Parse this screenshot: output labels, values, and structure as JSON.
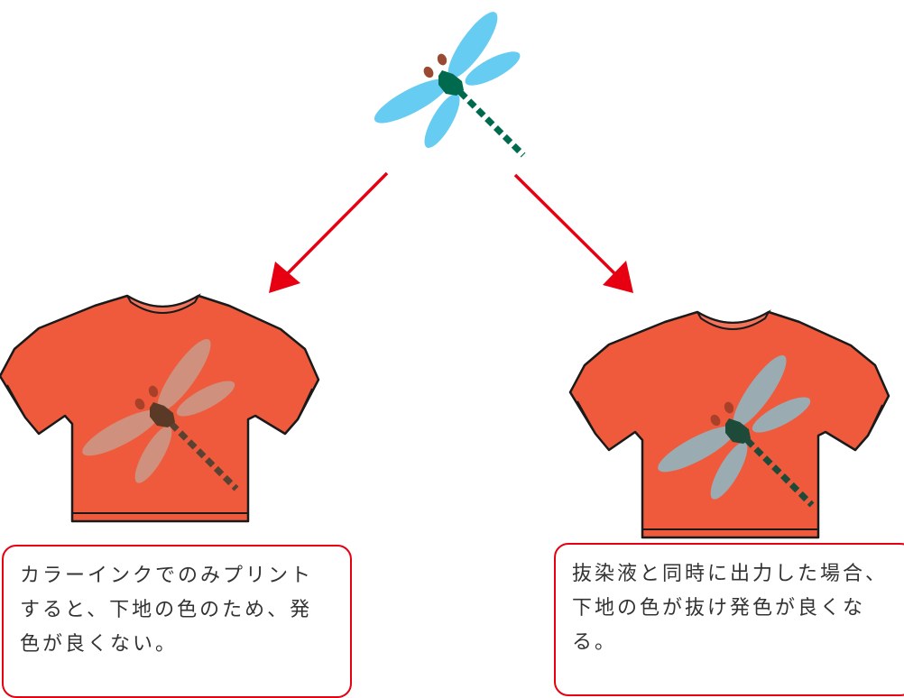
{
  "colors": {
    "arrow": "#e60012",
    "shirt": "#f05a3c",
    "outline": "#1a1a1a",
    "wing_original": "#66ccf2",
    "body_original": "#006a4e",
    "eyes": "#9a4a32",
    "wing_color_ink_only": "#c79c8c",
    "wing_with_discharge": "#9aacb2",
    "caption_border": "#e60012"
  },
  "icons": [
    "dragonfly-icon",
    "t-shirt-icon",
    "arrow-icon"
  ],
  "captions": {
    "left": {
      "line1": "カラーインクでのみプリント",
      "line2": "すると、下地の色のため、発",
      "line3": "色が良くない。"
    },
    "right": {
      "line1": "抜染液と同時に出力した場合、",
      "line2": "下地の色が抜け発色が良くな",
      "line3": "る。"
    }
  }
}
